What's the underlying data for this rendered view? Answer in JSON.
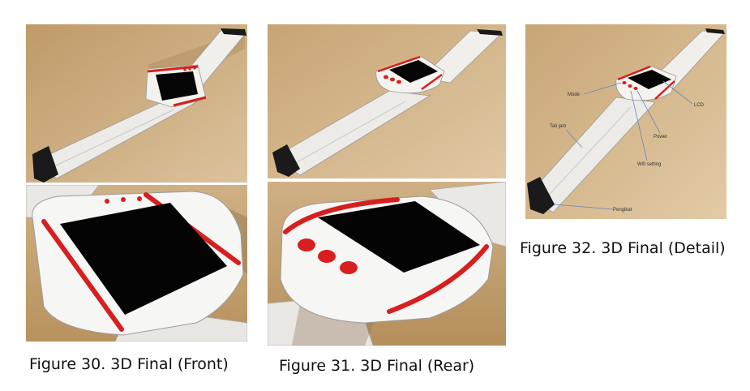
{
  "figures": [
    {
      "caption": "Figure 30. 3D Final (Front)"
    },
    {
      "caption": "Figure 31. 3D Final (Rear)"
    },
    {
      "caption": "Figure 32. 3D Final (Detail)"
    }
  ],
  "detail_labels": {
    "mode": "Mode",
    "lcd": "LCD",
    "power": "Power",
    "tali_jam": "Tali jam",
    "wifi_setting": "Wifi setting",
    "pengikat": "Pengikat"
  },
  "colors": {
    "floor": "#cda978",
    "strap": "#ecebe8",
    "accent": "#d81e1e",
    "screen": "#050505"
  }
}
